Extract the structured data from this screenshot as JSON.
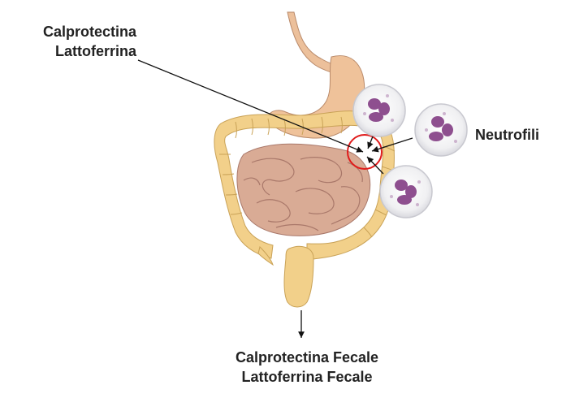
{
  "labels": {
    "top_line1": "Calprotectina",
    "top_line2": "Lattoferrina",
    "neutrophils": "Neutrofili",
    "bottom_line1": "Calprotectina Fecale",
    "bottom_line2": "Lattoferrina Fecale"
  },
  "colors": {
    "intestine": "#d9ab95",
    "colon": "#f2d08a",
    "stomach": "#efc29a",
    "highlight_circle": "#e01b1b",
    "cell_nucleus": "#8e4f8f"
  },
  "icons": {
    "neutrophil": "neutrophil-cell-icon",
    "digestive_tract": "digestive-system-illustration"
  }
}
